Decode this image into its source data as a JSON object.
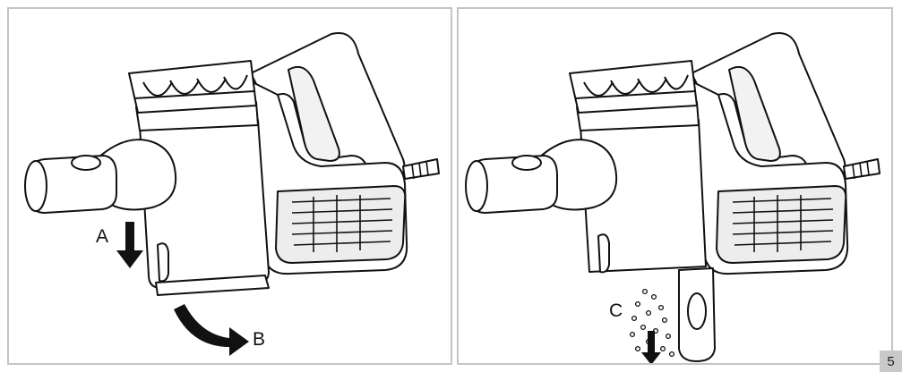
{
  "panels": [
    {
      "step_labels": [
        "A",
        "B"
      ]
    },
    {
      "step_labels": [
        "C"
      ]
    }
  ],
  "page_number": "5",
  "colors": {
    "border": "#c4c4c4",
    "page_number_bg": "#c9c9c9",
    "line_art": "#111111"
  }
}
